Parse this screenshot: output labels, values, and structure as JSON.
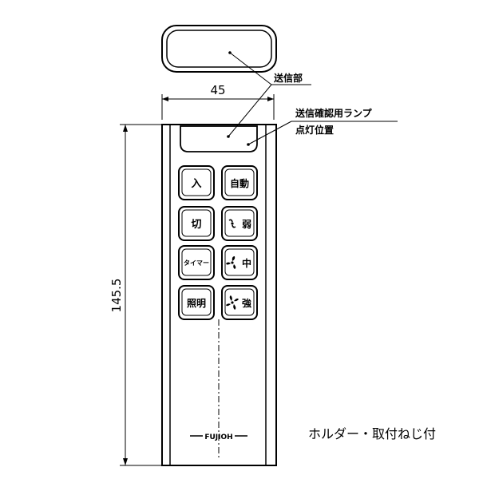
{
  "annotations": {
    "transmitter": "送信部",
    "lamp_line1": "送信確認用ランプ",
    "lamp_line2": "点灯位置"
  },
  "dimensions": {
    "width": "45",
    "height": "145.5"
  },
  "buttons": [
    {
      "label": "入",
      "icon": null
    },
    {
      "label": "自動",
      "icon": null
    },
    {
      "label": "切",
      "icon": null
    },
    {
      "label": "弱",
      "icon": "fan-low-icon"
    },
    {
      "label": "タイマー",
      "icon": null
    },
    {
      "label": "中",
      "icon": "fan-mid-icon"
    },
    {
      "label": "照明",
      "icon": null
    },
    {
      "label": "強",
      "icon": "fan-high-icon"
    }
  ],
  "brand": "FUJIOH",
  "note": "ホルダー・取付ねじ付"
}
